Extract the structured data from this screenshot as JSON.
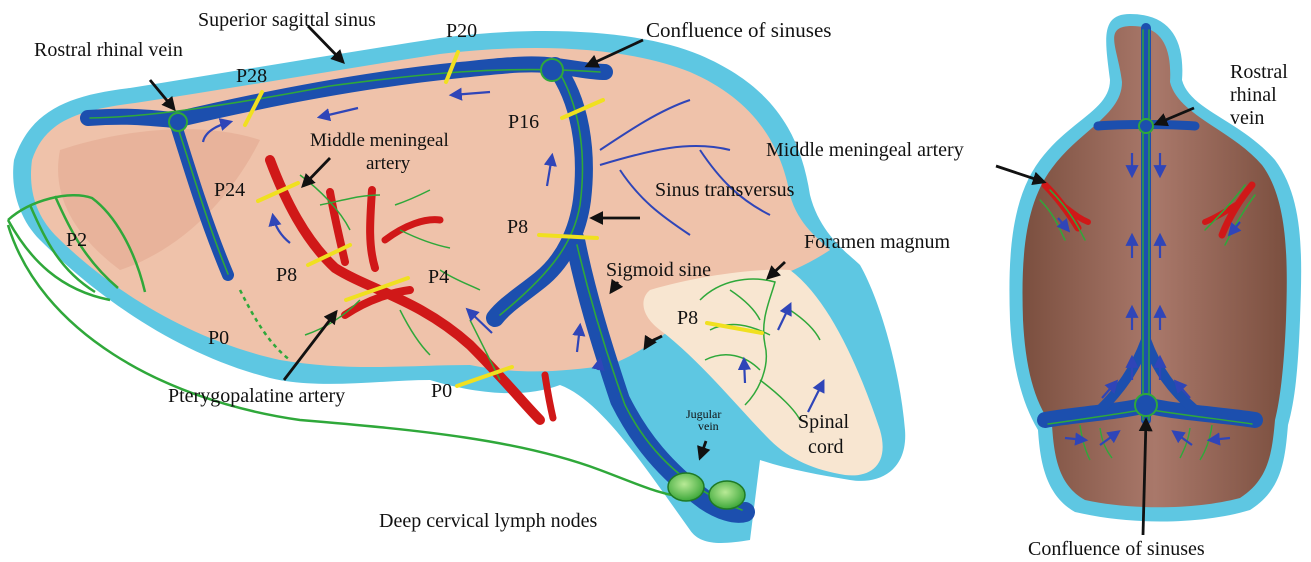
{
  "colors": {
    "dura_outline": "#5ec7e2",
    "brain_fill": "#efc2aa",
    "brain_shade": "#e2a88e",
    "spinal_cord": "#f8e6d1",
    "vein_blue": "#1c4fae",
    "vein_dark": "#0e2f78",
    "lymph_green": "#2fa83a",
    "artery_red": "#d01818",
    "marker_yellow": "#f0e020",
    "arrow_blue": "#2f45b8",
    "pointer_black": "#111111",
    "dorsal_brain": "#9a6a55"
  },
  "lateral_view": {
    "vessels": {
      "superior_sagittal_sinus": "Superior sagittal sinus",
      "confluence_of_sinuses": "Confluence of sinuses",
      "rostral_rhinal_vein": "Rostral rhinal vein",
      "middle_meningeal_artery_line1": "Middle meningeal",
      "middle_meningeal_artery_line2": "artery",
      "sinus_transversus": "Sinus transversus",
      "foramen_magnum": "Foramen magnum",
      "sigmoid_sine": "Sigmoid sine",
      "pterygopalatine_artery": "Pterygopalatine artery",
      "jugular_vein_line1": "Jugular",
      "jugular_vein_line2": "vein",
      "spinal_cord_line1": "Spinal",
      "spinal_cord_line2": "cord",
      "deep_cervical_lymph_nodes": "Deep cervical lymph nodes"
    },
    "age_markers": {
      "p20": "P20",
      "p28": "P28",
      "p16": "P16",
      "p24": "P24",
      "p8_transverse": "P8",
      "p8_meningeal": "P8",
      "p4": "P4",
      "p2": "P2",
      "p0_nasal": "P0",
      "p0_pterygopalatine": "P0",
      "p8_foramen": "P8"
    }
  },
  "dorsal_view": {
    "rostral_rhinal_line1": "Rostral",
    "rostral_rhinal_line2": "rhinal",
    "rostral_rhinal_line3": "vein",
    "middle_meningeal_artery": "Middle meningeal artery",
    "confluence_of_sinuses": "Confluence of sinuses"
  }
}
